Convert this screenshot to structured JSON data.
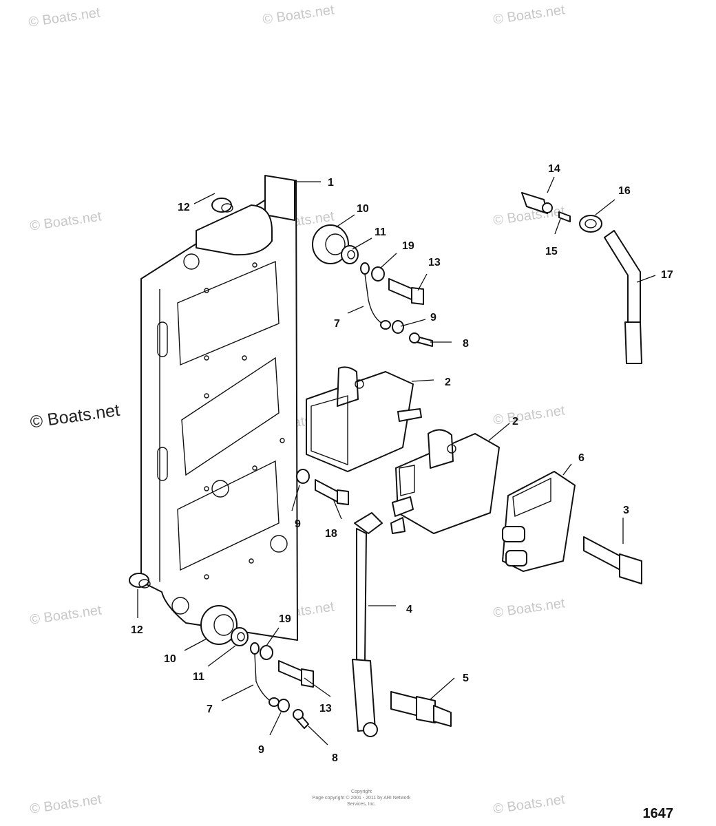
{
  "watermark": "© Boats.net",
  "figure_number": "1647",
  "copyright_lines": [
    "Copyright",
    "Page copyright © 2001 - 2011 by ARI Network Services, Inc."
  ],
  "callouts": {
    "c1": "1",
    "c2a": "2",
    "c2b": "2",
    "c3": "3",
    "c4": "4",
    "c5": "5",
    "c6": "6",
    "c7a": "7",
    "c7b": "7",
    "c8a": "8",
    "c8b": "8",
    "c9a": "9",
    "c9b": "9",
    "c9c": "9",
    "c10a": "10",
    "c10b": "10",
    "c11a": "11",
    "c11b": "11",
    "c12a": "12",
    "c12b": "12",
    "c13a": "13",
    "c13b": "13",
    "c14": "14",
    "c15": "15",
    "c16": "16",
    "c17": "17",
    "c18": "18",
    "c19a": "19",
    "c19b": "19"
  }
}
